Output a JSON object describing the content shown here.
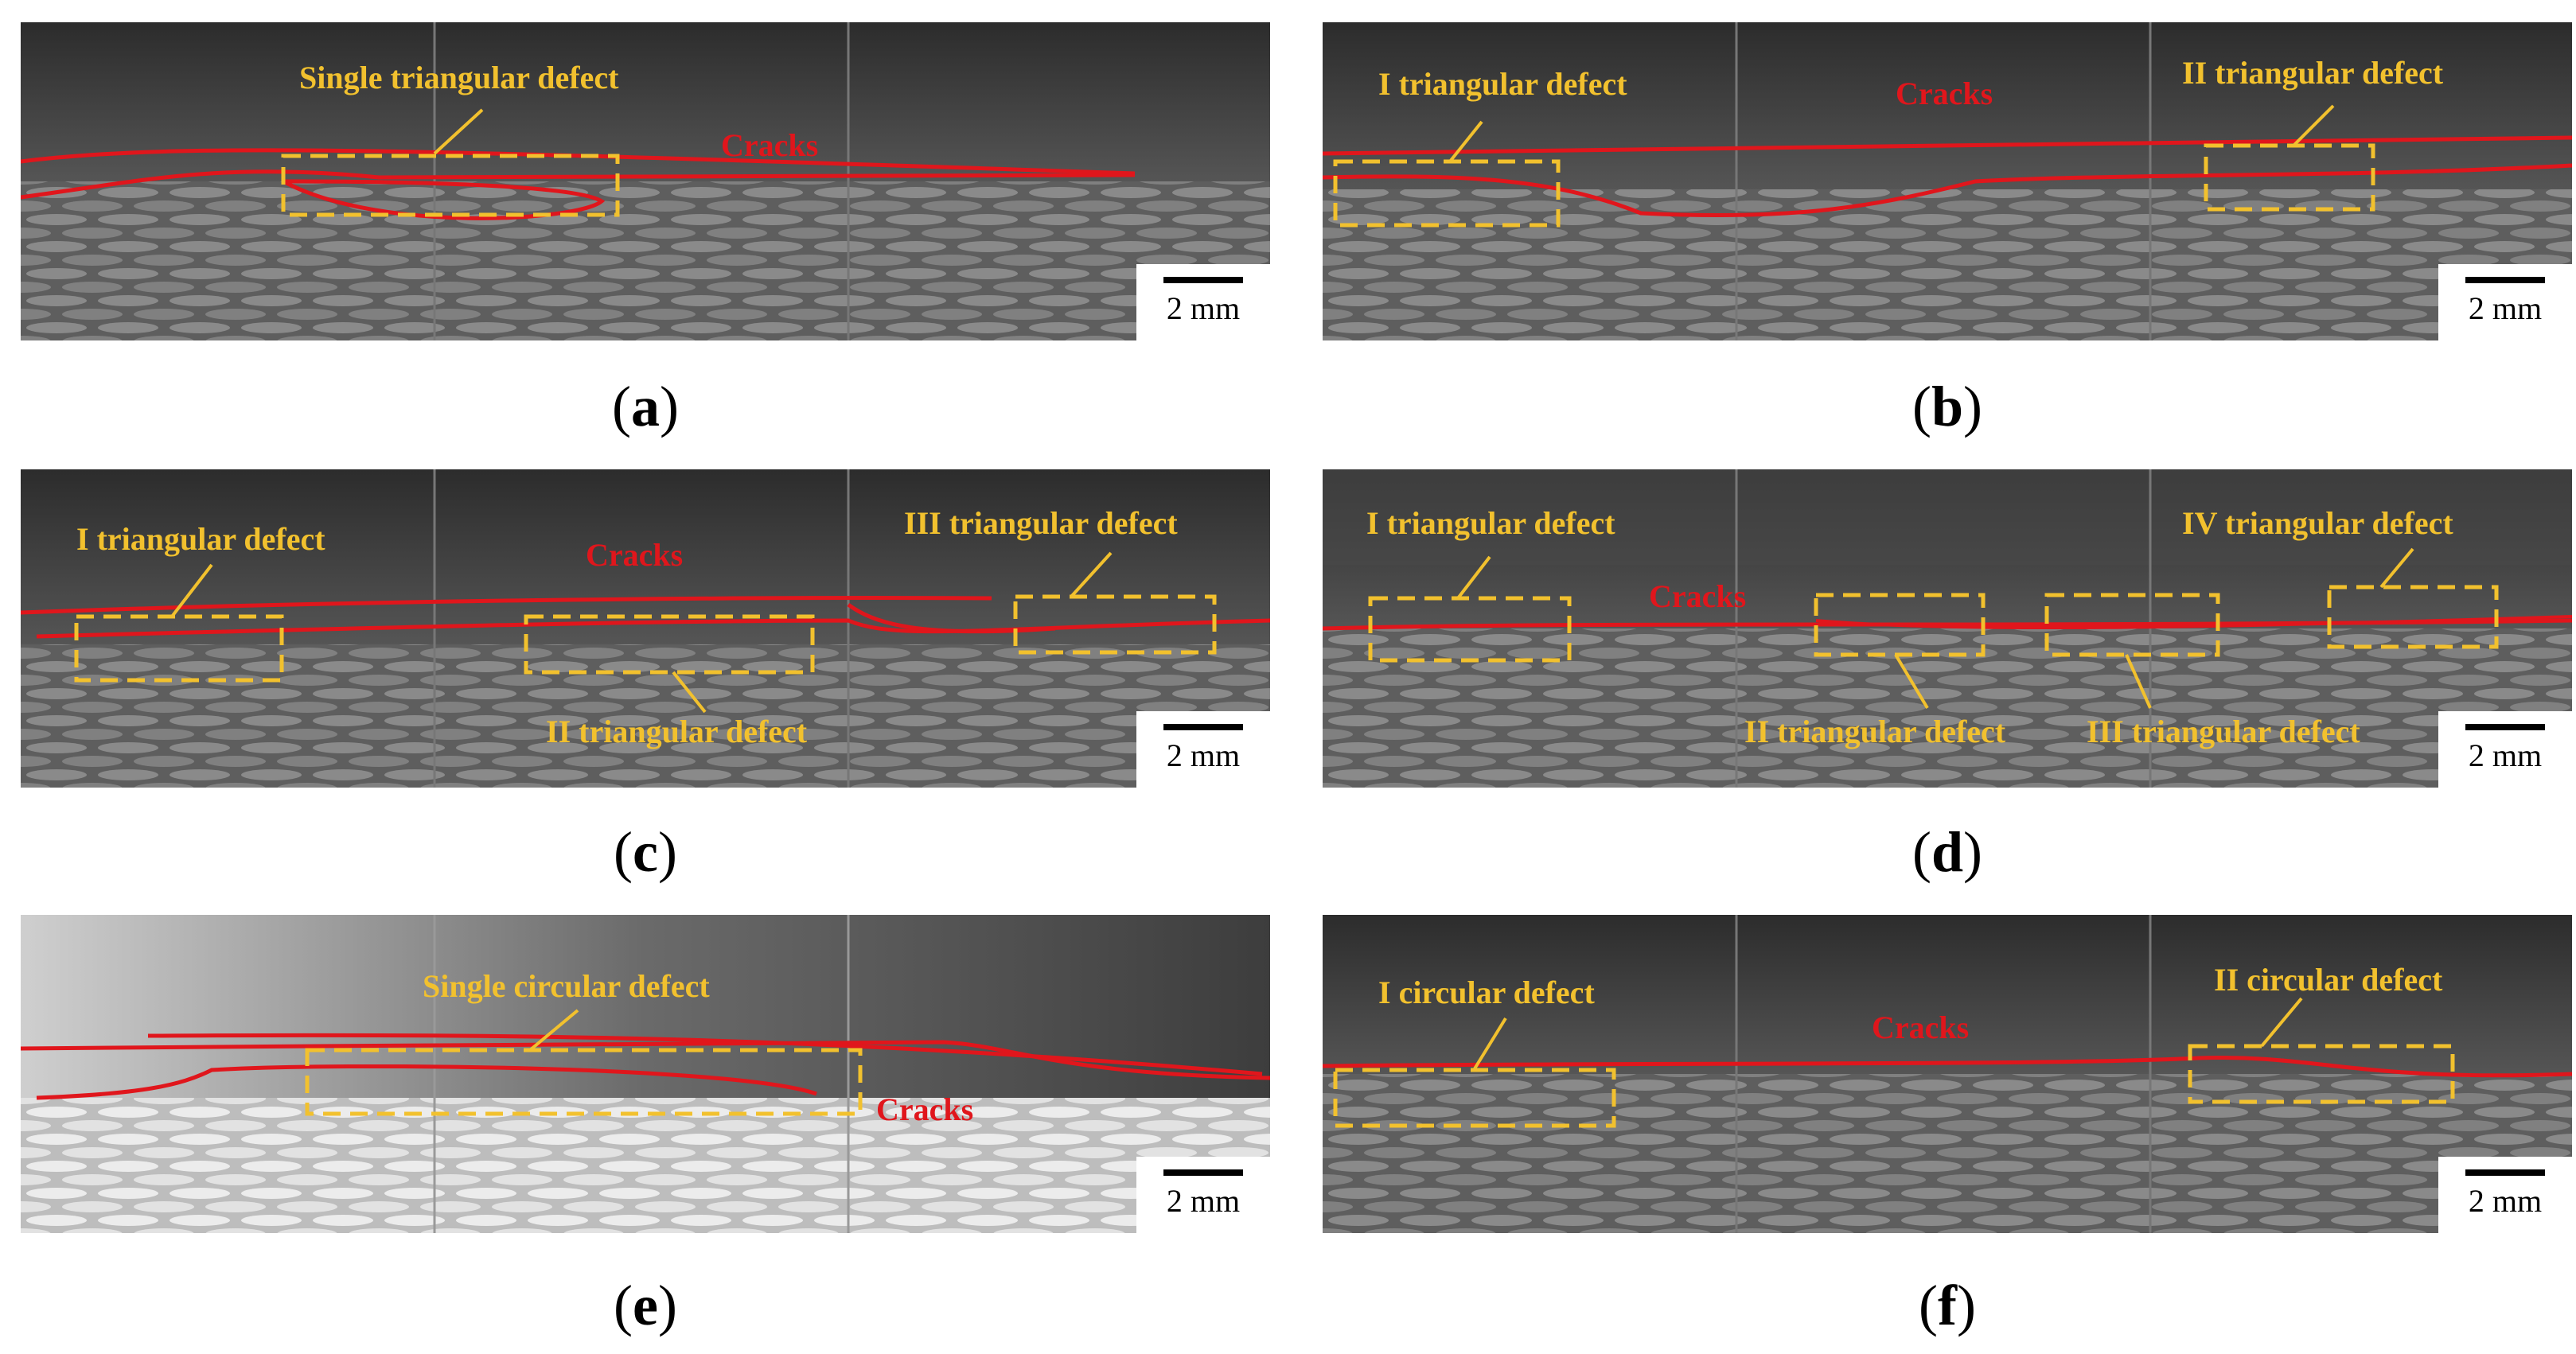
{
  "scale_label": "2 mm",
  "colors": {
    "crack_line": "#e0161c",
    "defect_box": "#f2c12e"
  },
  "panels": [
    {
      "caption": "a",
      "cracks": "Cracks",
      "defects": [
        "Single triangular defect"
      ]
    },
    {
      "caption": "b",
      "cracks": "Cracks",
      "defects": [
        "I triangular defect",
        "II triangular defect"
      ]
    },
    {
      "caption": "c",
      "cracks": "Cracks",
      "defects": [
        "I triangular defect",
        "II triangular defect",
        "III triangular defect"
      ]
    },
    {
      "caption": "d",
      "cracks": "Cracks",
      "defects": [
        "I triangular defect",
        "II triangular defect",
        "III triangular defect",
        "IV triangular defect"
      ]
    },
    {
      "caption": "e",
      "cracks": "Cracks",
      "defects": [
        "Single circular defect"
      ]
    },
    {
      "caption": "f",
      "cracks": "Cracks",
      "defects": [
        "I circular defect",
        "II circular defect"
      ]
    }
  ]
}
